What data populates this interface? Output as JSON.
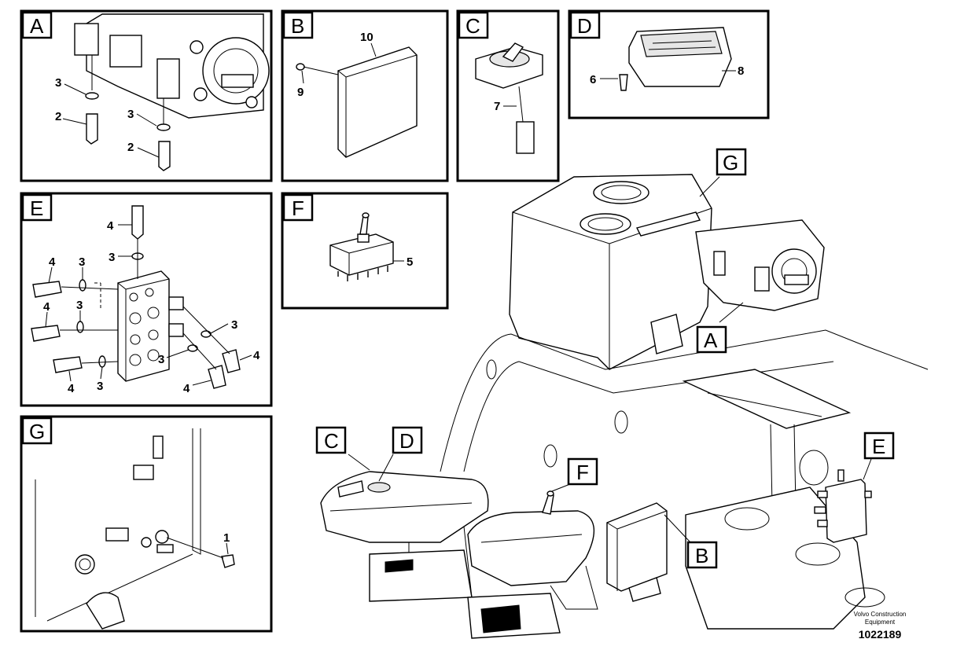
{
  "panels": {
    "A": {
      "letter": "A",
      "callouts": [
        "3",
        "2",
        "3",
        "2"
      ]
    },
    "B": {
      "letter": "B",
      "callouts": [
        "10",
        "9"
      ]
    },
    "C": {
      "letter": "C",
      "callouts": [
        "7"
      ]
    },
    "D": {
      "letter": "D",
      "callouts": [
        "6",
        "8"
      ]
    },
    "E": {
      "letter": "E",
      "callouts": [
        "4",
        "3",
        "4",
        "3",
        "4",
        "3",
        "4",
        "3",
        "3",
        "4",
        "3",
        "4"
      ]
    },
    "F": {
      "letter": "F",
      "callouts": [
        "5"
      ]
    },
    "G": {
      "letter": "G",
      "callouts": [
        "1"
      ]
    }
  },
  "main_tags": [
    "G",
    "A",
    "C",
    "D",
    "F",
    "E",
    "B"
  ],
  "footer": {
    "credit_line1": "Volvo Construction",
    "credit_line2": "Equipment",
    "doc_number": "1022189"
  }
}
